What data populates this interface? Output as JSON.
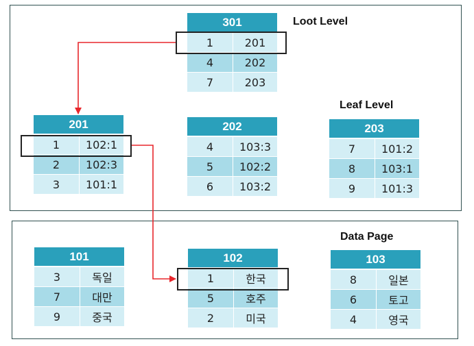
{
  "labels": {
    "root_level": "Loot Level",
    "leaf_level": "Leaf Level",
    "data_page": "Data Page"
  },
  "colors": {
    "header": "#2aa0bb",
    "row_dark": "#a8dbe8",
    "row_light": "#d3eef5",
    "arrow": "#e8262b"
  },
  "pages": {
    "p301": {
      "title": "301",
      "rows": [
        {
          "key": "1",
          "val": "201"
        },
        {
          "key": "4",
          "val": "202"
        },
        {
          "key": "7",
          "val": "203"
        }
      ]
    },
    "p201": {
      "title": "201",
      "rows": [
        {
          "key": "1",
          "val": "102:1"
        },
        {
          "key": "2",
          "val": "102:3"
        },
        {
          "key": "3",
          "val": "101:1"
        }
      ]
    },
    "p202": {
      "title": "202",
      "rows": [
        {
          "key": "4",
          "val": "103:3"
        },
        {
          "key": "5",
          "val": "102:2"
        },
        {
          "key": "6",
          "val": "103:2"
        }
      ]
    },
    "p203": {
      "title": "203",
      "rows": [
        {
          "key": "7",
          "val": "101:2"
        },
        {
          "key": "8",
          "val": "103:1"
        },
        {
          "key": "9",
          "val": "101:3"
        }
      ]
    },
    "p101": {
      "title": "101",
      "rows": [
        {
          "key": "3",
          "val": "독일"
        },
        {
          "key": "7",
          "val": "대만"
        },
        {
          "key": "9",
          "val": "중국"
        }
      ]
    },
    "p102": {
      "title": "102",
      "rows": [
        {
          "key": "1",
          "val": "한국"
        },
        {
          "key": "5",
          "val": "호주"
        },
        {
          "key": "2",
          "val": "미국"
        }
      ]
    },
    "p103": {
      "title": "103",
      "rows": [
        {
          "key": "8",
          "val": "일본"
        },
        {
          "key": "6",
          "val": "토고"
        },
        {
          "key": "4",
          "val": "영국"
        }
      ]
    }
  }
}
